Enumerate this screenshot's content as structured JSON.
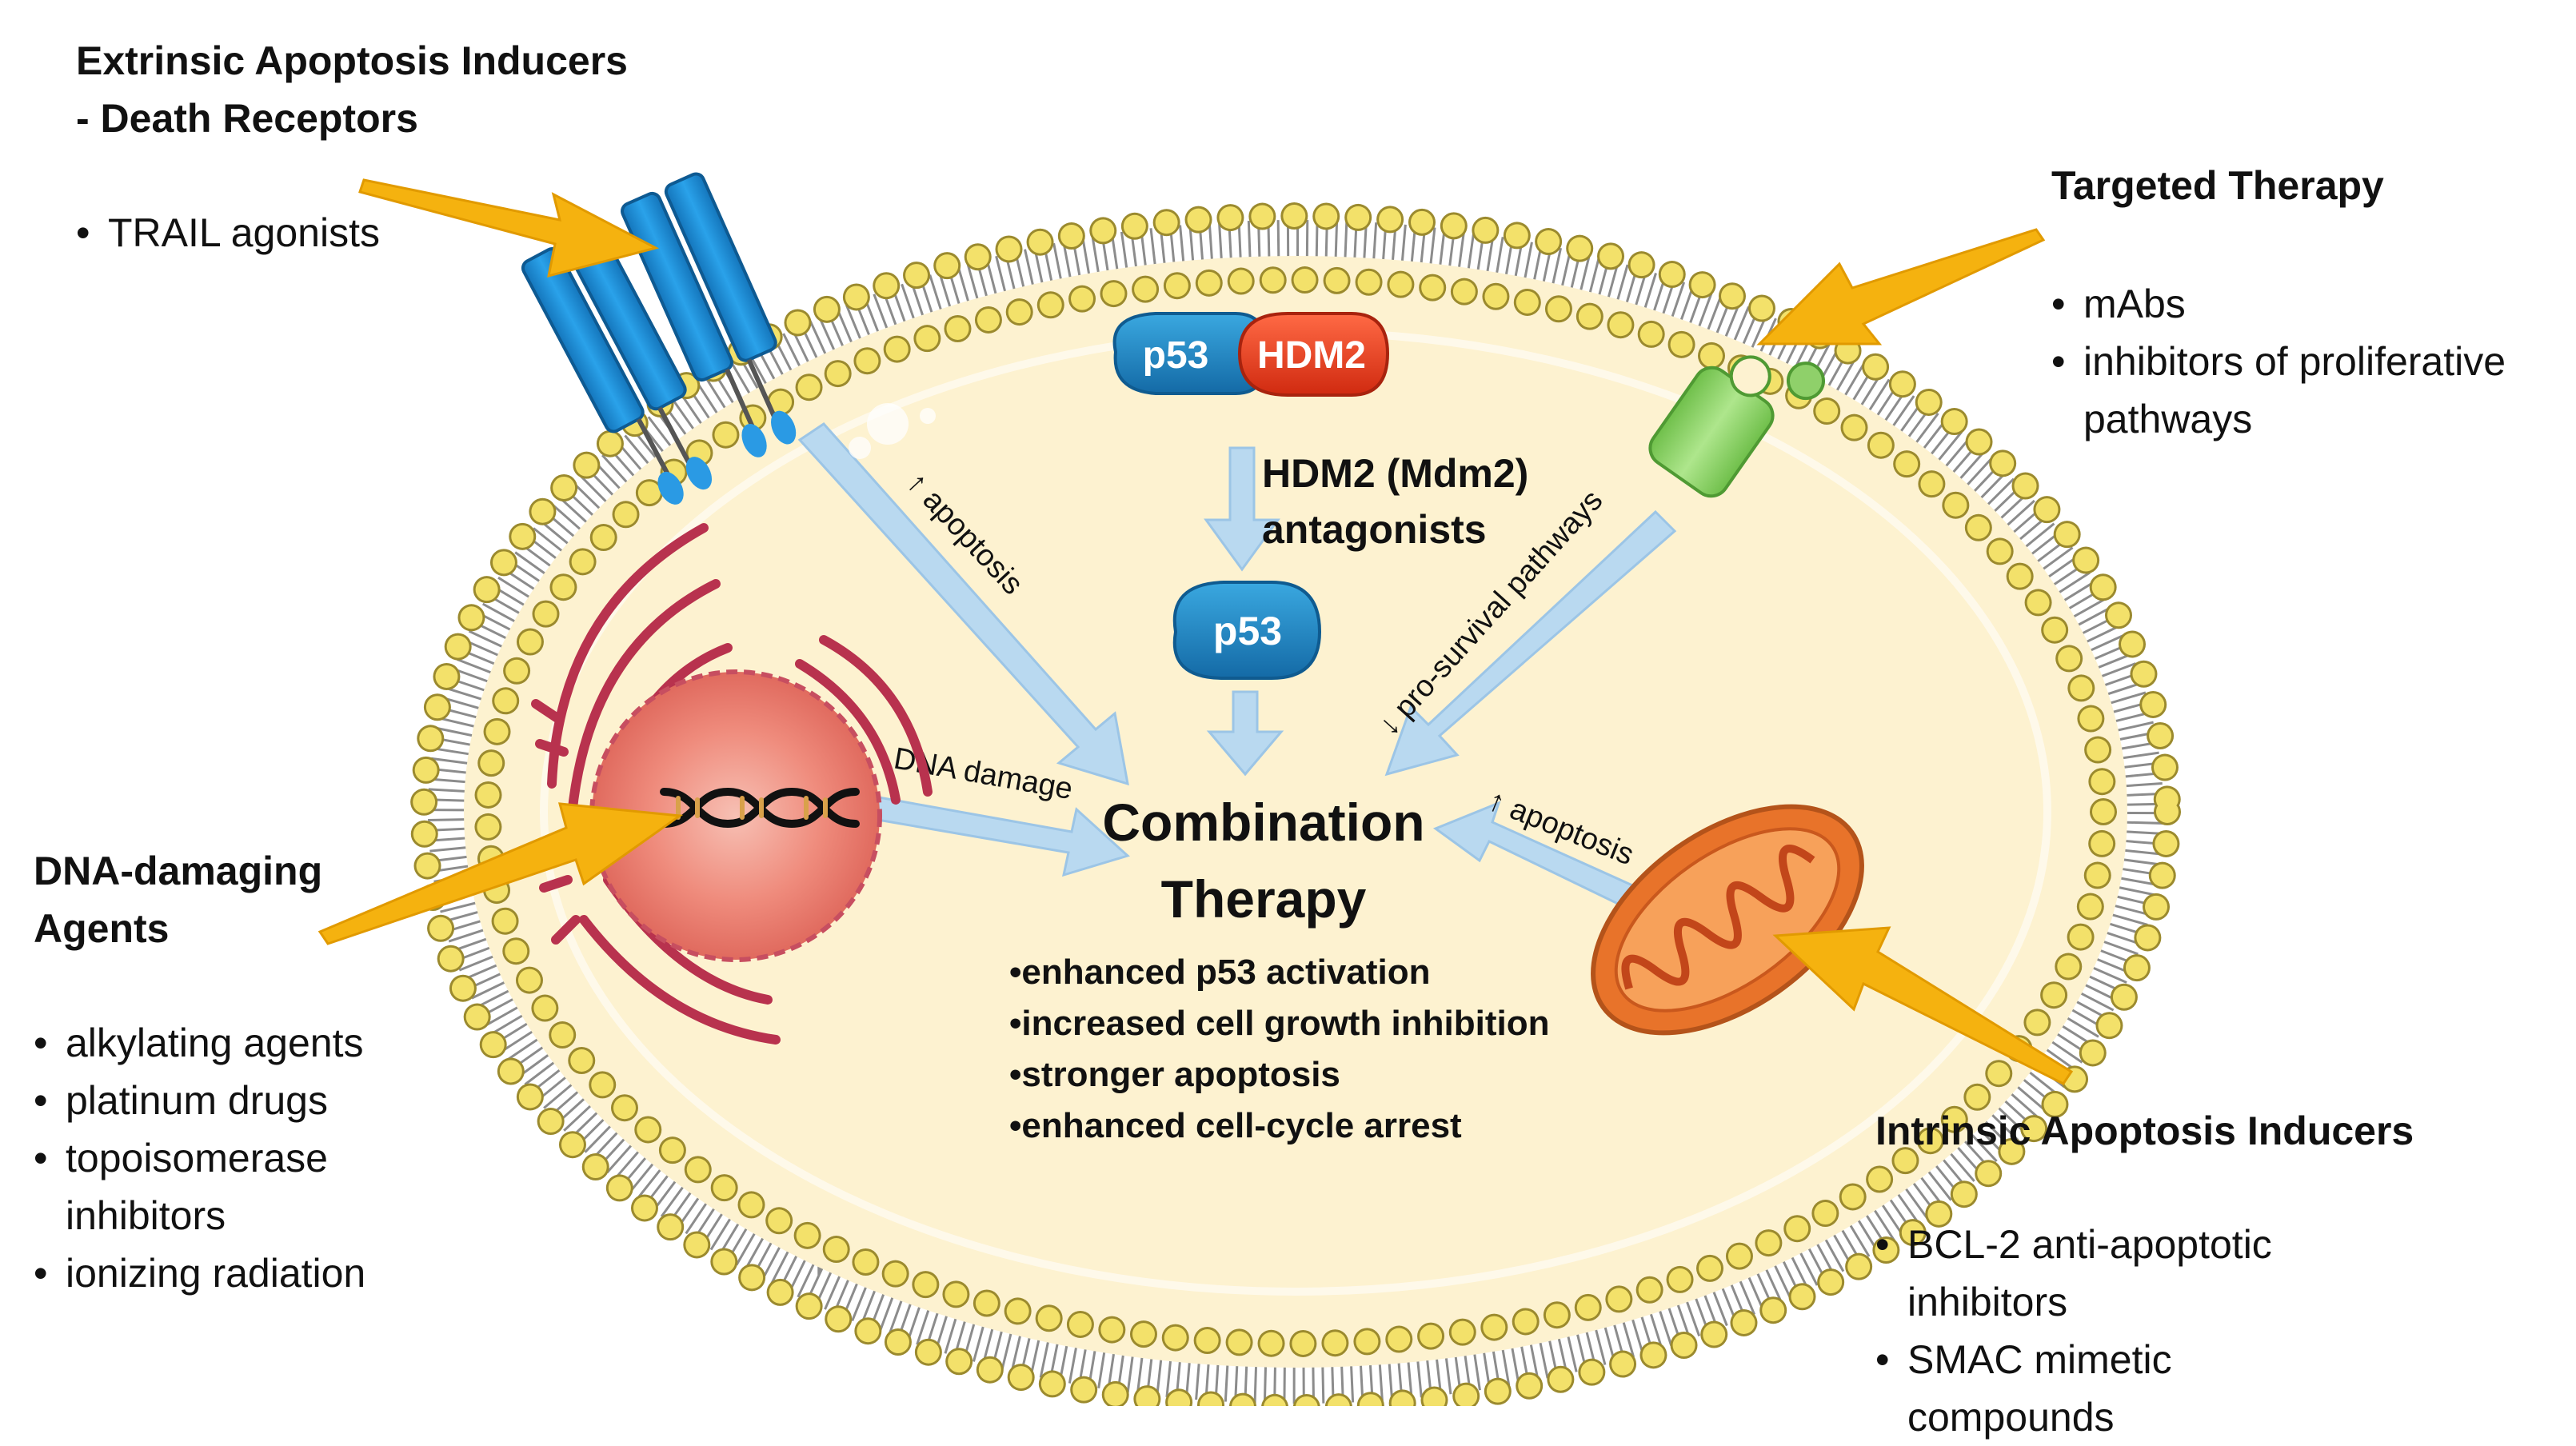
{
  "left_top": {
    "heading": [
      "Extrinsic Apoptosis Inducers",
      "- Death Receptors"
    ],
    "items": [
      "TRAIL agonists"
    ]
  },
  "right_top": {
    "heading": "Targeted Therapy",
    "items": [
      "mAbs",
      "inhibitors of proliferative pathways"
    ]
  },
  "left_bottom": {
    "heading": [
      "DNA-damaging",
      "Agents"
    ],
    "items": [
      "alkylating agents",
      "platinum drugs",
      "topoisomerase inhibitors",
      "ionizing radiation"
    ]
  },
  "right_bottom": {
    "heading": "Intrinsic Apoptosis Inducers",
    "items": [
      "BCL-2 anti-apoptotic inhibitors",
      "SMAC mimetic compounds"
    ]
  },
  "molecules": {
    "p53": "p53",
    "hdm2": "HDM2",
    "p53_free": "p53"
  },
  "antagonist_label": [
    "HDM2 (Mdm2)",
    "antagonists"
  ],
  "arrow_labels": {
    "dr_apoptosis": "↑ apoptosis",
    "pro_survival": "↓ pro-survival pathways",
    "dna_damage": "DNA damage",
    "mito_apoptosis": "↑ apoptosis"
  },
  "center": {
    "title": [
      "Combination",
      "Therapy"
    ],
    "outcomes": [
      "•enhanced p53 activation",
      "•increased cell growth inhibition",
      "•stronger apoptosis",
      "•enhanced cell-cycle arrest"
    ]
  },
  "colors": {
    "cytoplasm": "#fdf2d0",
    "lipid_head": "#f3e16a",
    "orange_arrow": "#f5b20f",
    "blue_arrow": "#b9d9f0",
    "receptor_blue": "#1f8fd6",
    "p53_blue": "#1c7fbf",
    "hdm2_red": "#e8391c",
    "targeted_receptor": "#8fd06a",
    "mitochondria": "#e8732a"
  }
}
